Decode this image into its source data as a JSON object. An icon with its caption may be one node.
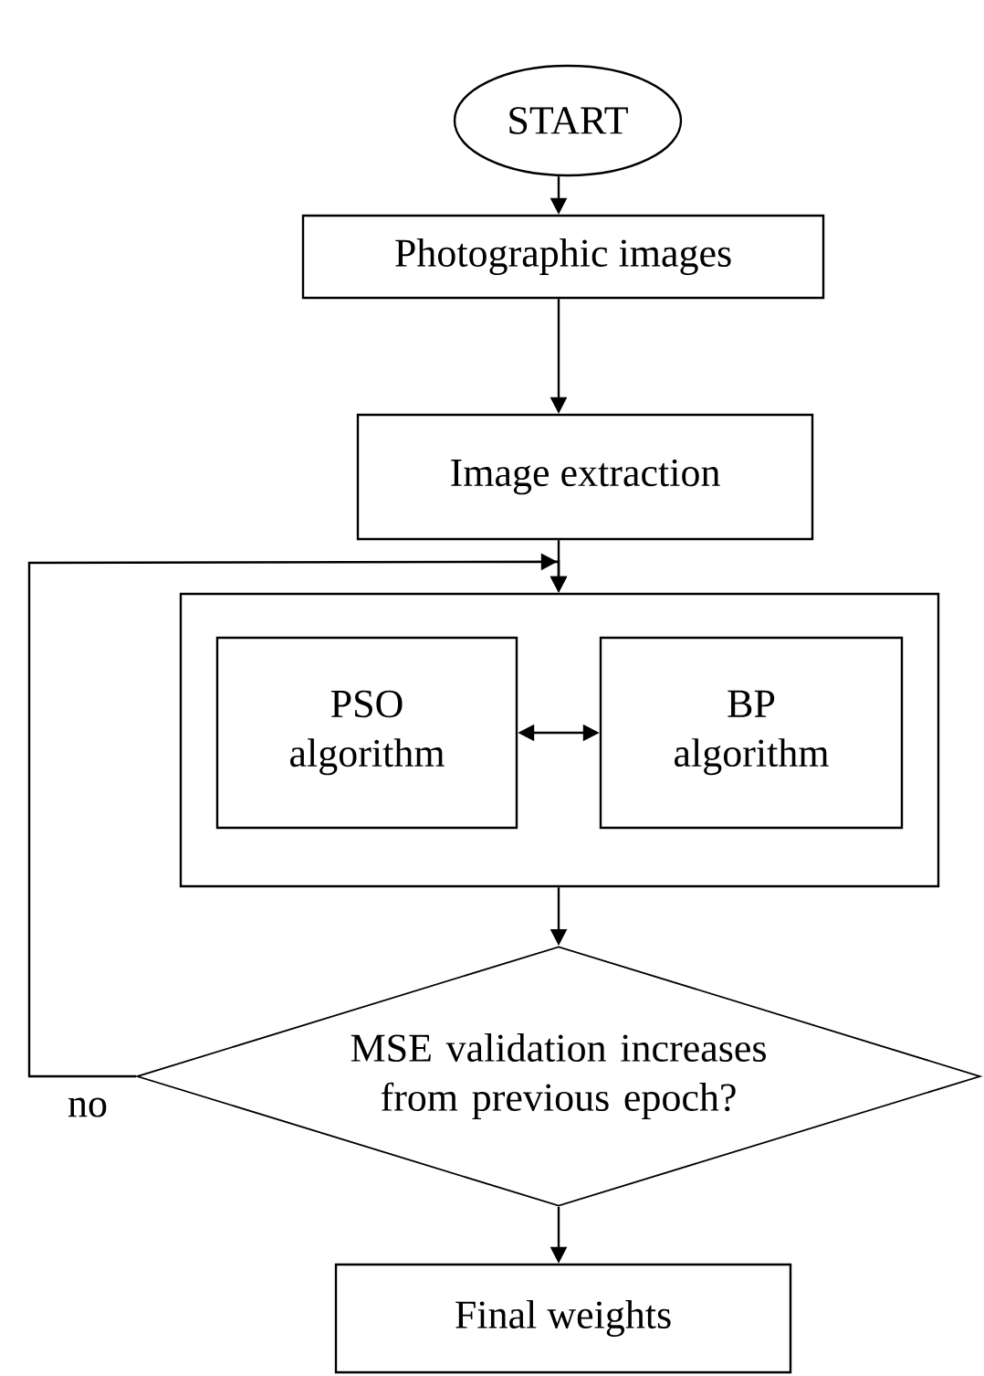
{
  "diagram": {
    "nodes": [
      {
        "text": [
          "START"
        ]
      },
      {
        "text": [
          "Photographic images"
        ]
      },
      {
        "text": [
          "Image extraction"
        ]
      },
      {
        "text": [],
        "shape": "box"
      },
      {
        "text": [
          "PSO algorithm"
        ],
        "in": 3
      },
      {
        "text": [
          "BP algorithm"
        ],
        "in": 3
      },
      {
        "text": [
          "MSE validation increases from previous epoch?"
        ]
      },
      {
        "text": [
          "Final weights"
        ]
      }
    ],
    "edges": [
      {
        "from": 0,
        "to": 1,
        "arrow": "to"
      },
      {
        "from": 1,
        "to": 2,
        "arrow": "to"
      },
      {
        "from": 2,
        "to": 3,
        "arrow": "to"
      },
      {
        "from": 4,
        "to": 5,
        "arrow": "both"
      },
      {
        "from": 3,
        "to": 6,
        "arrow": "to"
      },
      {
        "from": 6,
        "to": 7,
        "arrow": "to"
      },
      {
        "from": 6,
        "to": 3,
        "arrow": "to",
        "label": "no"
      }
    ]
  }
}
